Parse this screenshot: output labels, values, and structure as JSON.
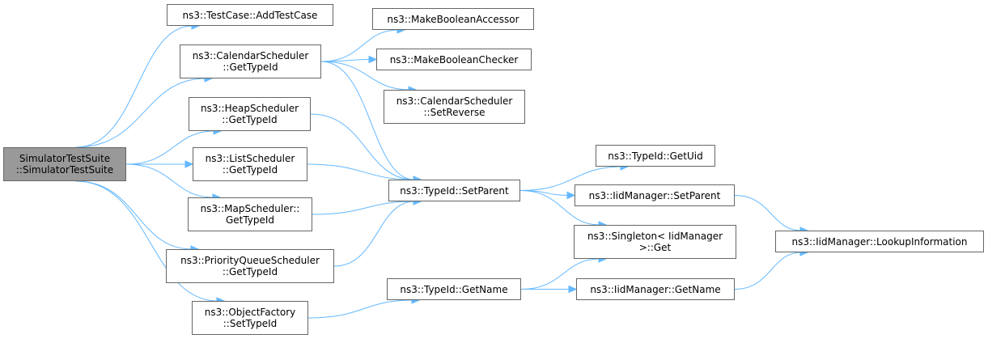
{
  "graph": {
    "edge_color": "#63b8ff",
    "node_border_color": "#666666",
    "root_fill_color": "#999999",
    "nodes": [
      {
        "id": "root",
        "lines": [
          "SimulatorTestSuite",
          "::SimulatorTestSuite"
        ],
        "root": true
      },
      {
        "id": "addtestcase",
        "lines": [
          "ns3::TestCase::AddTestCase"
        ]
      },
      {
        "id": "calendar",
        "lines": [
          "ns3::CalendarScheduler",
          "::GetTypeId"
        ]
      },
      {
        "id": "heap",
        "lines": [
          "ns3::HeapScheduler",
          "::GetTypeId"
        ]
      },
      {
        "id": "list",
        "lines": [
          "ns3::ListScheduler",
          "::GetTypeId"
        ]
      },
      {
        "id": "map",
        "lines": [
          "ns3::MapScheduler::",
          "GetTypeId"
        ]
      },
      {
        "id": "pq",
        "lines": [
          "ns3::PriorityQueueScheduler",
          "::GetTypeId"
        ]
      },
      {
        "id": "objfactory",
        "lines": [
          "ns3::ObjectFactory",
          "::SetTypeId"
        ]
      },
      {
        "id": "mkboolacc",
        "lines": [
          "ns3::MakeBooleanAccessor"
        ]
      },
      {
        "id": "mkboolchk",
        "lines": [
          "ns3::MakeBooleanChecker"
        ]
      },
      {
        "id": "setreverse",
        "lines": [
          "ns3::CalendarScheduler",
          "::SetReverse"
        ]
      },
      {
        "id": "setparent",
        "lines": [
          "ns3::TypeId::SetParent"
        ]
      },
      {
        "id": "getname",
        "lines": [
          "ns3::TypeId::GetName"
        ]
      },
      {
        "id": "getuid",
        "lines": [
          "ns3::TypeId::GetUid"
        ]
      },
      {
        "id": "iidsetparent",
        "lines": [
          "ns3::IidManager::SetParent"
        ]
      },
      {
        "id": "singleton",
        "lines": [
          "ns3::Singleton< IidManager",
          ">::Get"
        ]
      },
      {
        "id": "iidgetname",
        "lines": [
          "ns3::IidManager::GetName"
        ]
      },
      {
        "id": "lookup",
        "lines": [
          "ns3::IidManager::LookupInformation"
        ]
      }
    ],
    "edges": [
      [
        "root",
        "addtestcase"
      ],
      [
        "root",
        "calendar"
      ],
      [
        "root",
        "heap"
      ],
      [
        "root",
        "list"
      ],
      [
        "root",
        "map"
      ],
      [
        "root",
        "pq"
      ],
      [
        "root",
        "objfactory"
      ],
      [
        "calendar",
        "mkboolacc"
      ],
      [
        "calendar",
        "mkboolchk"
      ],
      [
        "calendar",
        "setreverse"
      ],
      [
        "calendar",
        "setparent"
      ],
      [
        "heap",
        "setparent"
      ],
      [
        "list",
        "setparent"
      ],
      [
        "map",
        "setparent"
      ],
      [
        "pq",
        "setparent"
      ],
      [
        "objfactory",
        "getname"
      ],
      [
        "setparent",
        "getuid"
      ],
      [
        "setparent",
        "iidsetparent"
      ],
      [
        "setparent",
        "singleton"
      ],
      [
        "getname",
        "singleton"
      ],
      [
        "getname",
        "iidgetname"
      ],
      [
        "iidsetparent",
        "lookup"
      ],
      [
        "iidgetname",
        "lookup"
      ]
    ]
  }
}
